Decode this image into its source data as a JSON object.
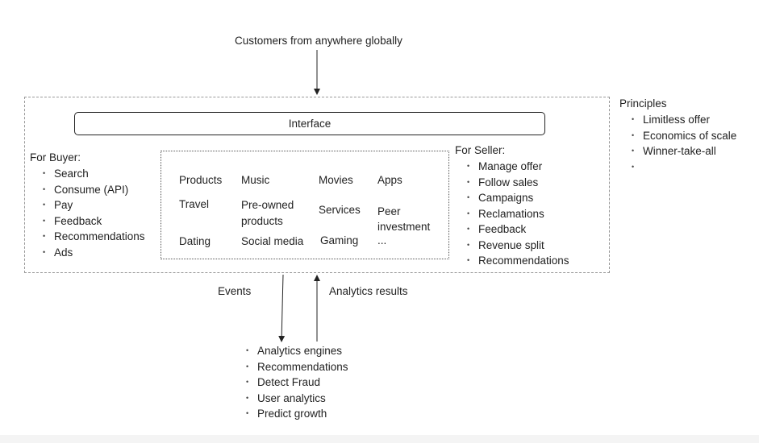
{
  "top_label": "Customers from anywhere globally",
  "interface_label": "Interface",
  "buyer": {
    "title": "For Buyer:",
    "items": [
      "Search",
      "Consume (API)",
      "Pay",
      "Feedback",
      "Recommendations",
      "Ads"
    ]
  },
  "seller": {
    "title": "For Seller:",
    "items": [
      "Manage offer",
      "Follow sales",
      "Campaigns",
      "Reclamations",
      "Feedback",
      "Revenue split",
      "Recommendations"
    ]
  },
  "principles": {
    "title": "Principles",
    "items": [
      "Limitless offer",
      "Economics of scale",
      "Winner-take-all",
      ""
    ]
  },
  "categories": {
    "products": "Products",
    "music": "Music",
    "movies": "Movies",
    "apps": "Apps",
    "travel": "Travel",
    "pre_owned_line1": "Pre-owned",
    "pre_owned_line2": "products",
    "services": "Services",
    "peer_line1": "Peer",
    "peer_line2": "investment",
    "dating": "Dating",
    "social_media": "Social media",
    "gaming": "Gaming",
    "ellipsis": "..."
  },
  "events_label": "Events",
  "analytics_results_label": "Analytics results",
  "analytics": {
    "items": [
      "Analytics engines",
      "Recommendations",
      "Detect Fraud",
      "User analytics",
      "Predict growth"
    ]
  }
}
